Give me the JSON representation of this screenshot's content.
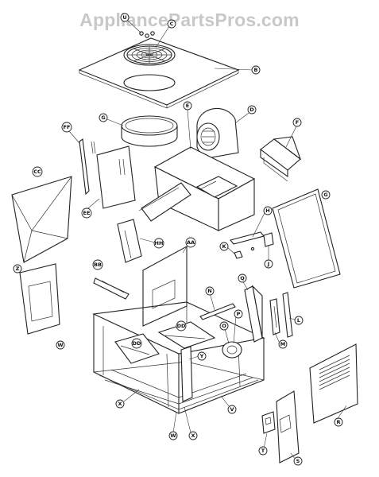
{
  "watermark": "AppliancePartsPros.com",
  "labels": {
    "U": "U",
    "C": "C",
    "B": "B",
    "G": "G",
    "E": "E",
    "D": "D",
    "F": "F",
    "FF": "FF",
    "CC": "CC",
    "EE": "EE",
    "Z": "Z",
    "HH": "HH",
    "BB": "BB",
    "AA": "AA",
    "H": "H",
    "K": "K",
    "J": "J",
    "N": "N",
    "Q": "Q",
    "P": "P",
    "O": "O",
    "DD1": "DD",
    "DD2": "DD",
    "Y": "Y",
    "L": "L",
    "M": "M",
    "W1": "W",
    "X": "X",
    "V": "V",
    "W2": "W",
    "T": "T",
    "R": "R",
    "S": "S"
  }
}
